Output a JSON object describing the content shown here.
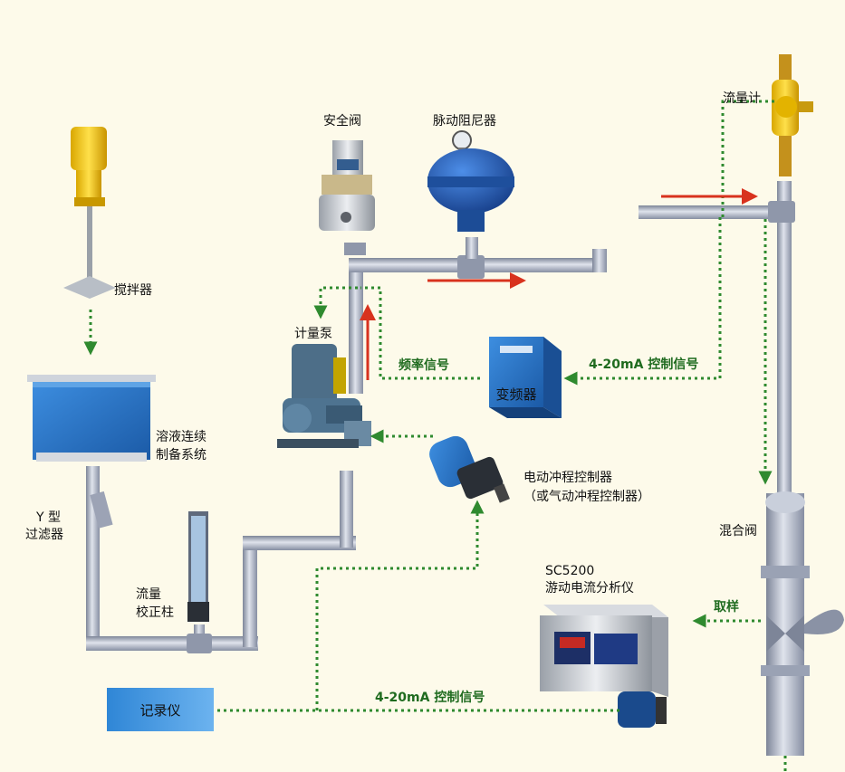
{
  "labels": {
    "agitator": "搅拌器",
    "tank": "溶液连续制备系统",
    "tank_line1": "溶液连续",
    "tank_line2": "制备系统",
    "y_filter_line1": "Y 型",
    "y_filter_line2": "过滤器",
    "calib_line1": "流量",
    "calib_line2": "校正柱",
    "safety_valve": "安全阀",
    "damper": "脉动阻尼器",
    "meter_pump": "计量泵",
    "freq_signal": "频率信号",
    "vfd": "变频器",
    "ctrl_signal_top": "4-20mA 控制信号",
    "flowmeter": "流量计",
    "stroke_ctrl_line1": "电动冲程控制器",
    "stroke_ctrl_line2": "（或气动冲程控制器）",
    "mix_valve": "混合阀",
    "analyzer_model": "SC5200",
    "analyzer_name": "游动电流分析仪",
    "sample": "取样",
    "recorder": "记录仪",
    "ctrl_signal_bottom": "4-20mA 控制信号"
  },
  "colors": {
    "background": "#fdfaea",
    "signal_line": "#2f8a2f",
    "flow_arrow": "#d8321e",
    "pipe": "#a9b0c2",
    "equipment_blue": "#2a6fc0"
  }
}
